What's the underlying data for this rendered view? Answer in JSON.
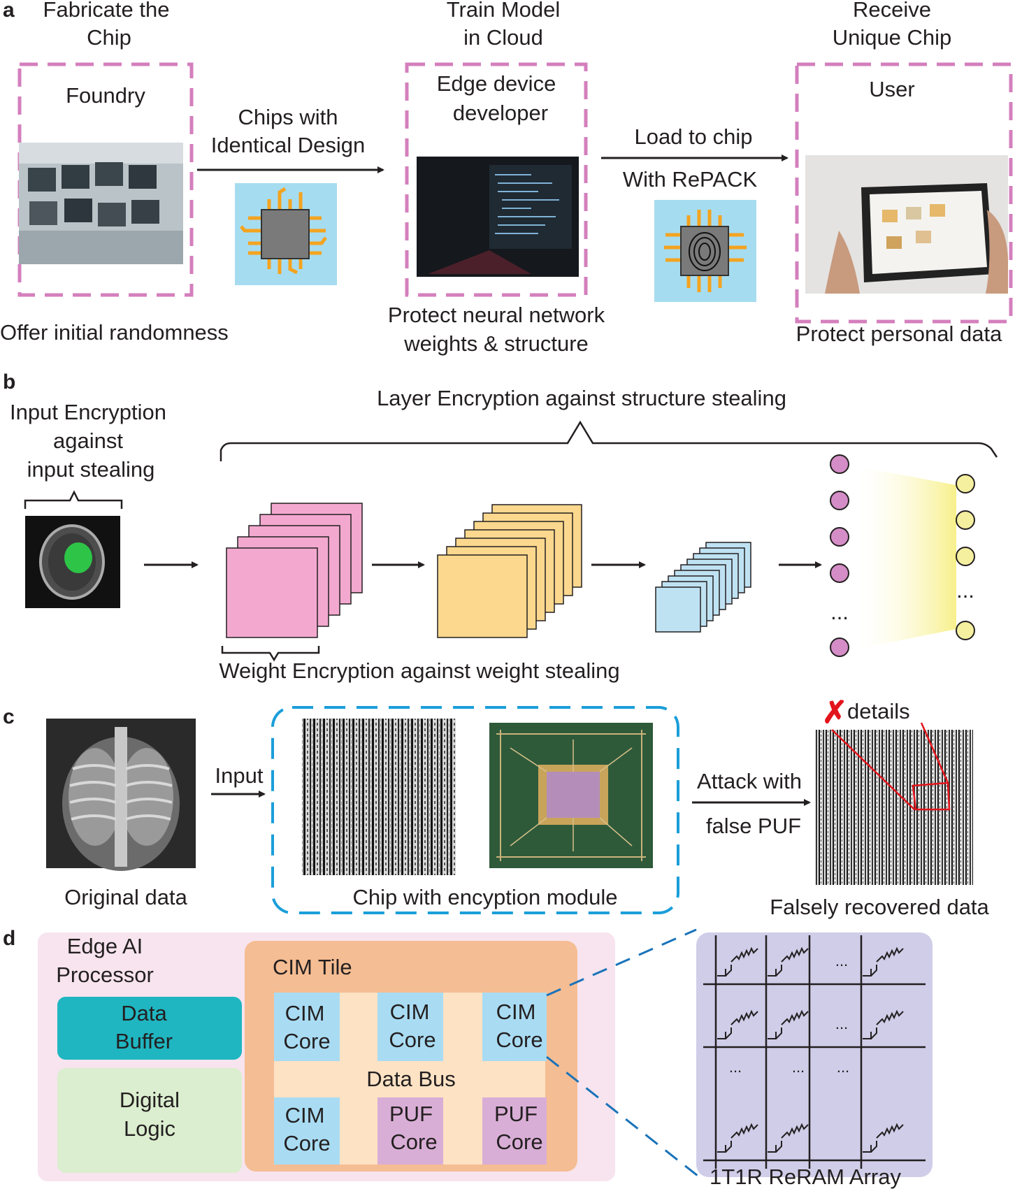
{
  "panel_letters": [
    "a",
    "b",
    "c",
    "d"
  ],
  "panel_a": {
    "stage1": {
      "title_line1": "Fabricate the",
      "title_line2": "Chip",
      "role": "Foundry",
      "caption": "Offer initial randomness",
      "photo": "wafer-fab-photo"
    },
    "arrow1": {
      "line1": "Chips with",
      "line2": "Identical Design",
      "icon": "chip-icon"
    },
    "stage2": {
      "title_line1": "Train Model",
      "title_line2": "in Cloud",
      "role_line1": "Edge device",
      "role_line2": "developer",
      "caption_line1": "Protect neural network",
      "caption_line2": "weights & structure",
      "photo": "laptop-code-photo"
    },
    "arrow2": {
      "line1": "Load to chip",
      "line2": "With RePACK",
      "icon": "fingerprint-chip-icon"
    },
    "stage3": {
      "title_line1": "Receive",
      "title_line2": "Unique Chip",
      "role": "User",
      "caption": "Protect personal data",
      "photo": "tablet-in-hands-photo"
    }
  },
  "panel_b": {
    "input_line1": "Input Encryption",
    "input_line2": "against",
    "input_line3": "input stealing",
    "layer_label": "Layer Encryption against structure stealing",
    "weight_label": "Weight Encryption against weight stealing",
    "ellipsis": "...",
    "input_image": "brain-mri-scan",
    "colors": {
      "pink": "#f3a9cf",
      "orange": "#fbd88e",
      "blue": "#bfe2f3",
      "purple_node": "#d48dc6",
      "yellow_node": "#f5f0a0"
    }
  },
  "panel_c": {
    "original_label": "Original data",
    "input_label": "Input",
    "chip_label": "Chip with encyption module",
    "attack_line1": "Attack with",
    "attack_line2": "false PUF",
    "details_label": "details",
    "recovered_label": "Falsely recovered data",
    "mark": "✗"
  },
  "panel_d": {
    "processor_line1": "Edge AI",
    "processor_line2": "Processor",
    "buffer_line1": "Data",
    "buffer_line2": "Buffer",
    "logic_line1": "Digital",
    "logic_line2": "Logic",
    "tile_label": "CIM Tile",
    "bus_label": "Data Bus",
    "cores": [
      {
        "line1": "CIM",
        "line2": "Core"
      },
      {
        "line1": "CIM",
        "line2": "Core"
      },
      {
        "line1": "CIM",
        "line2": "Core"
      },
      {
        "line1": "CIM",
        "line2": "Core"
      },
      {
        "line1": "PUF",
        "line2": "Core"
      },
      {
        "line1": "PUF",
        "line2": "Core"
      }
    ],
    "array_label": "1T1R ReRAM Array",
    "array_ellipsis": "...",
    "colors": {
      "processor_bg": "#f7e4ee",
      "buffer": "#1fb6c1",
      "logic": "#dbeecf",
      "tile": "#f5bd93",
      "cim_core": "#a9dcf3",
      "puf_core": "#d9aed6",
      "array_bg": "#cfcde8"
    }
  }
}
